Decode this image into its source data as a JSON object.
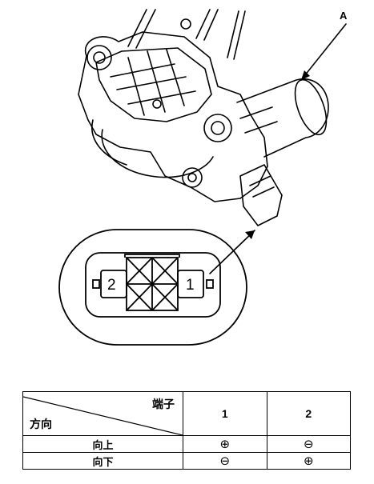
{
  "diagram": {
    "callout": "A",
    "connector_pins": [
      "2",
      "1"
    ]
  },
  "table": {
    "header_terminal": "端子",
    "header_direction": "方向",
    "columns": [
      "1",
      "2"
    ],
    "rows": [
      {
        "label": "向上",
        "values": [
          "⊕",
          "⊖"
        ]
      },
      {
        "label": "向下",
        "values": [
          "⊖",
          "⊕"
        ]
      }
    ]
  }
}
